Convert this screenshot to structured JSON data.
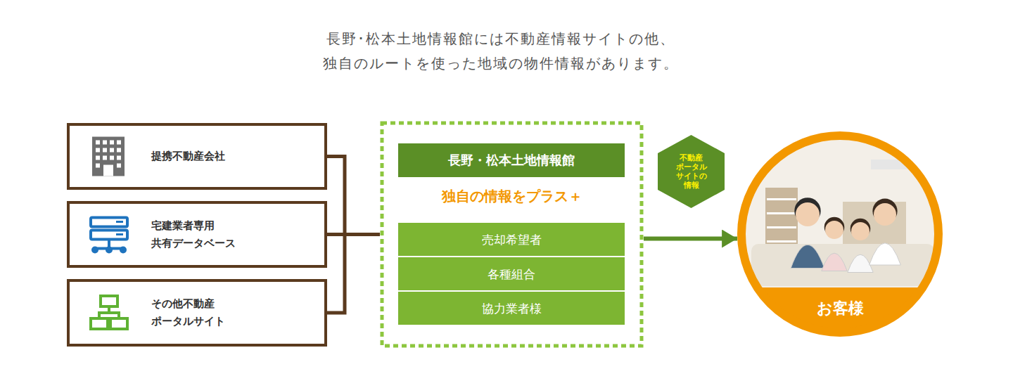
{
  "diagram": {
    "title": "長野･松本土地情報館には不動産情報サイトの他、 独自のルートを使った地域の物件情報があります。",
    "nodes": [
      {
        "text": [
          "提携不動産会社"
        ]
      },
      {
        "text": [
          "宅建業者専用 共有データベース"
        ]
      },
      {
        "text": [
          "その他不動産 ポータルサイト"
        ]
      },
      {
        "text": [
          "独自の情報をプラス＋"
        ]
      },
      {
        "text": [
          "長野・松本土地情報館"
        ],
        "in": 3
      },
      {
        "text": [
          "売却希望者"
        ],
        "in": 3
      },
      {
        "text": [
          "各種組合"
        ],
        "in": 3
      },
      {
        "text": [
          "協力業者様"
        ],
        "in": 3
      },
      {
        "text": [
          "不動産 ポータル サイトの 情報"
        ]
      },
      {
        "text": [
          "お客様"
        ]
      }
    ],
    "edges": [
      {
        "from": 0,
        "to": 3,
        "arrow": "none"
      },
      {
        "from": 1,
        "to": 3,
        "arrow": "none"
      },
      {
        "from": 2,
        "to": 3,
        "arrow": "none"
      },
      {
        "from": 3,
        "to": 9,
        "arrow": "to"
      }
    ]
  }
}
